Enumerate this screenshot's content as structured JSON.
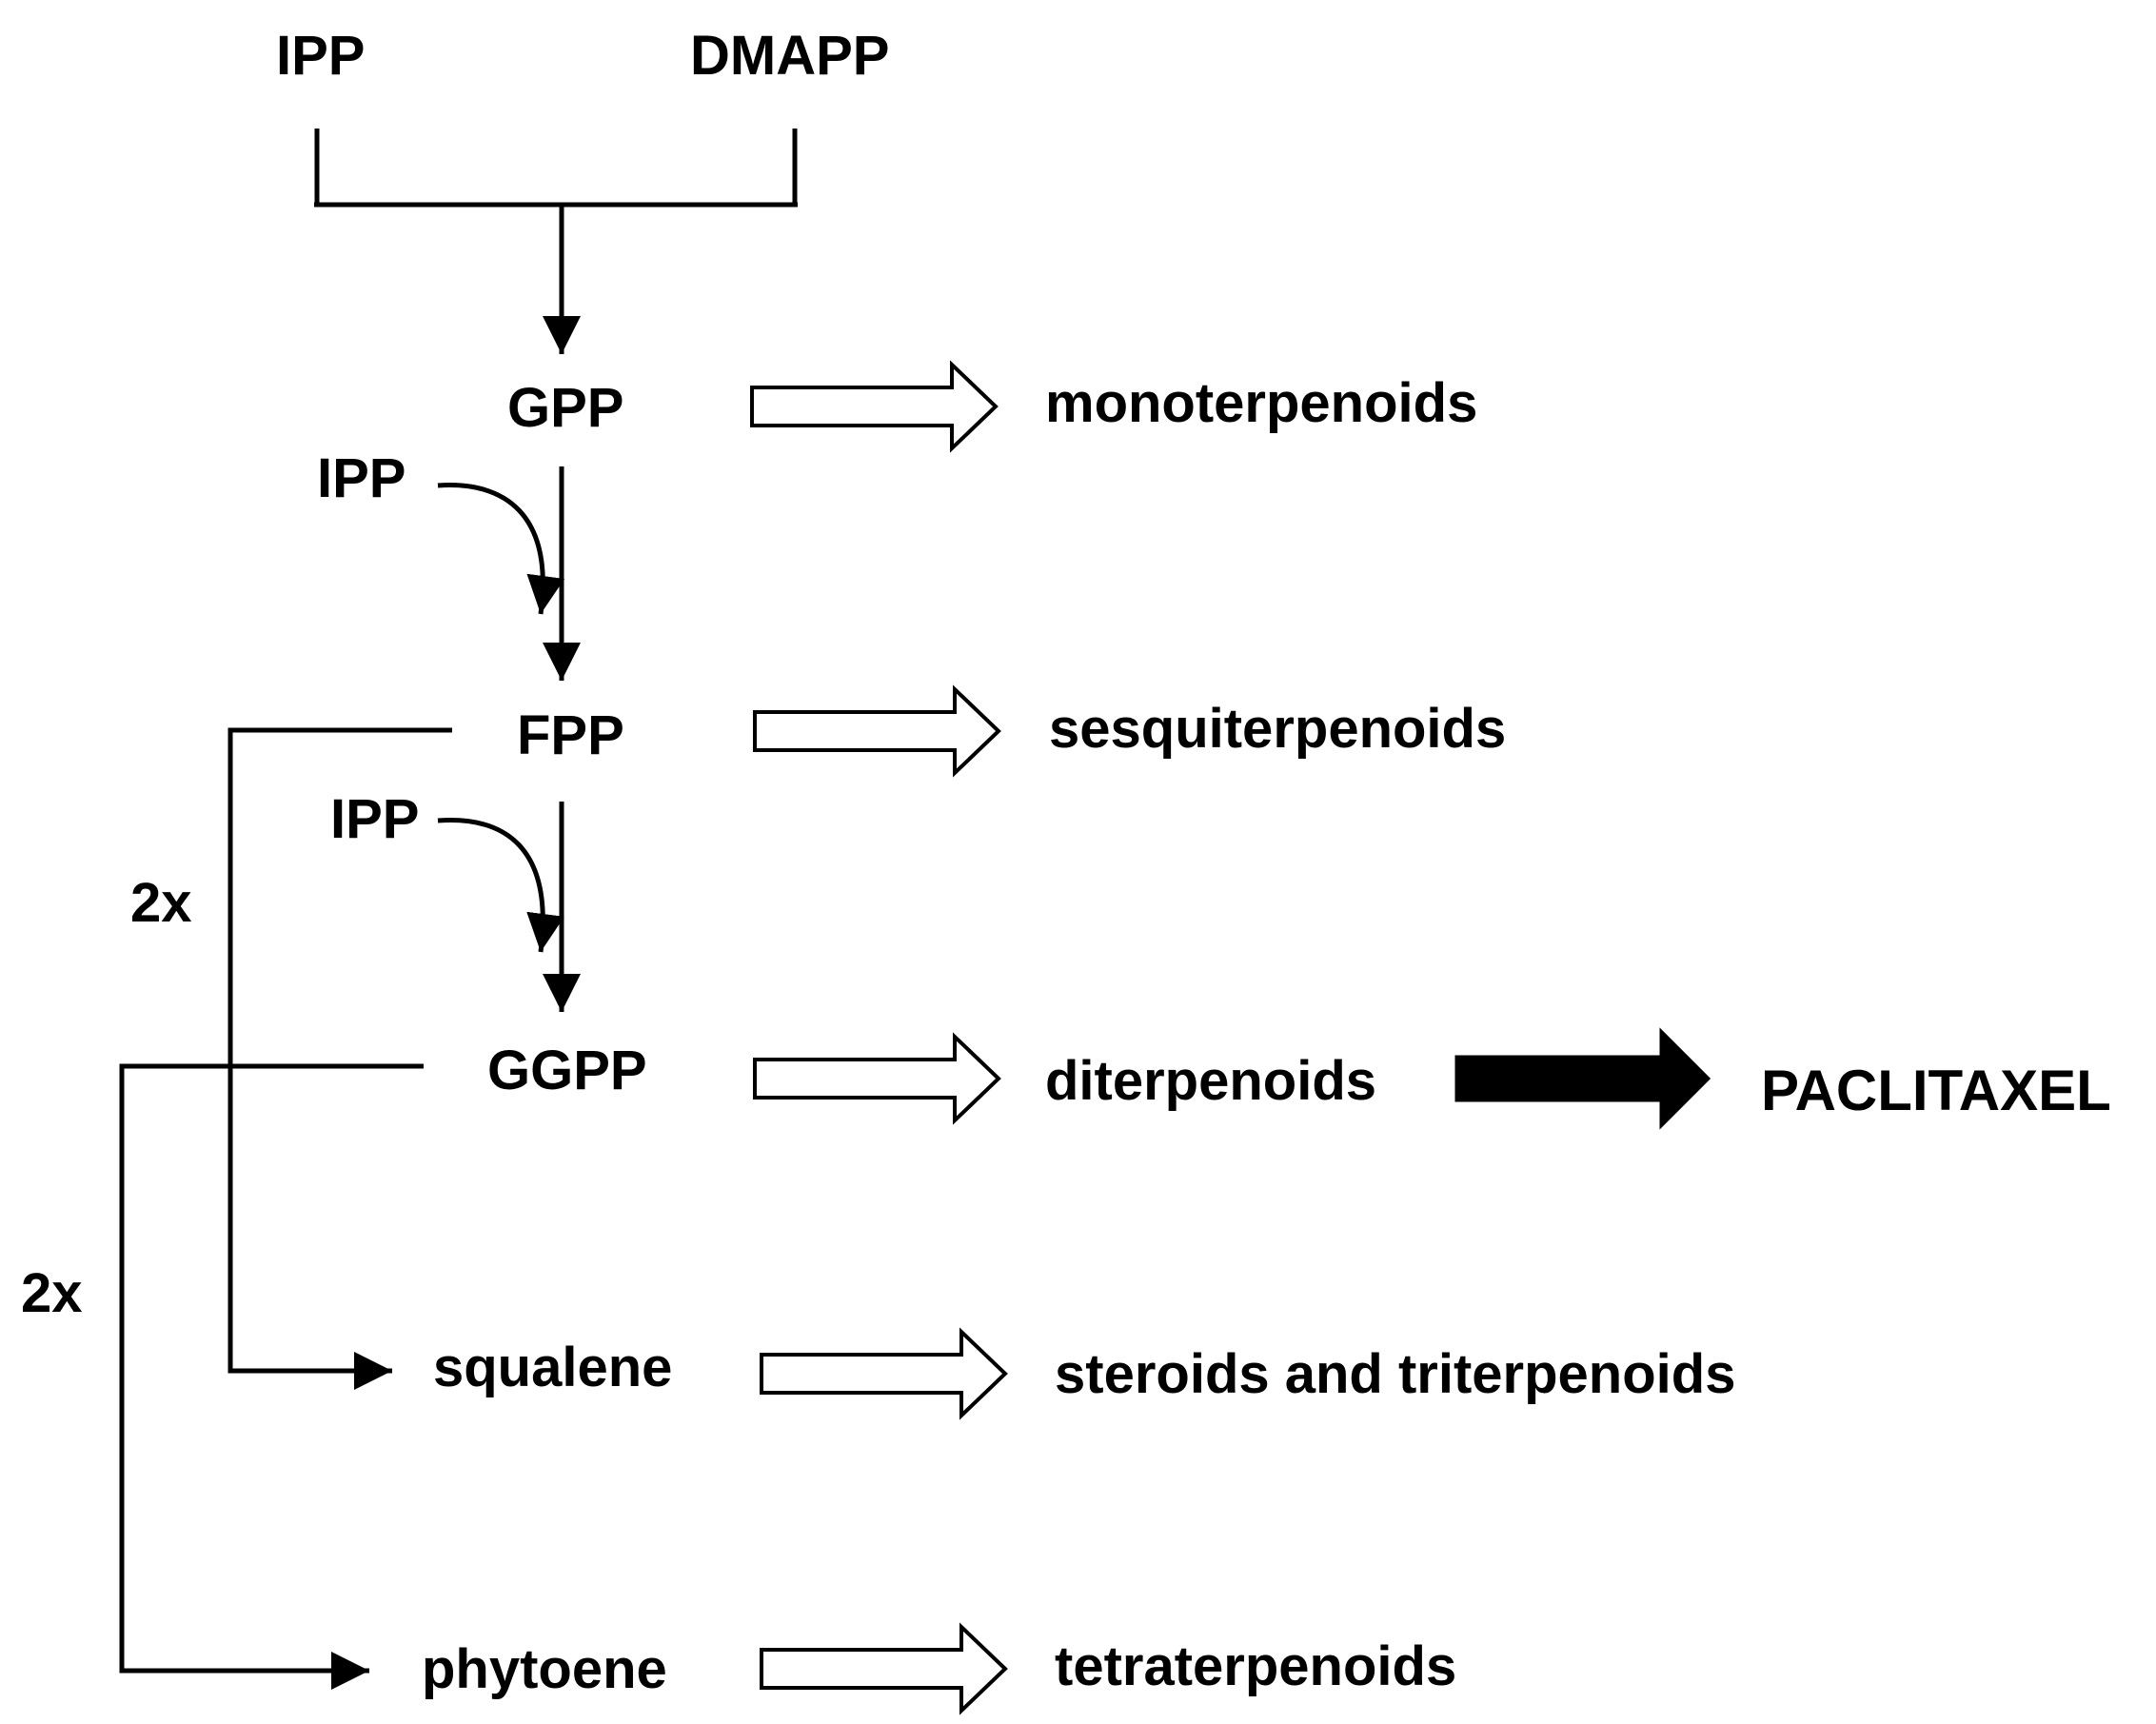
{
  "precursors": {
    "ipp": "IPP",
    "dmapp": "DMAPP"
  },
  "intermediates": {
    "gpp": "GPP",
    "fpp": "FPP",
    "ggpp": "GGPP",
    "squalene": "squalene",
    "phytoene": "phytoene"
  },
  "cofactors": {
    "ipp_to_fpp": "IPP",
    "ipp_to_ggpp": "IPP"
  },
  "multipliers": {
    "fpp_to_squalene": "2x",
    "ggpp_to_phytoene": "2x"
  },
  "products": {
    "monoterpenoids": "monoterpenoids",
    "sesquiterpenoids": "sesquiterpenoids",
    "diterpenoids": "diterpenoids",
    "steroids": "steroids and triterpenoids",
    "tetraterpenoids": "tetraterpenoids"
  },
  "final_product": "PACLITAXEL"
}
